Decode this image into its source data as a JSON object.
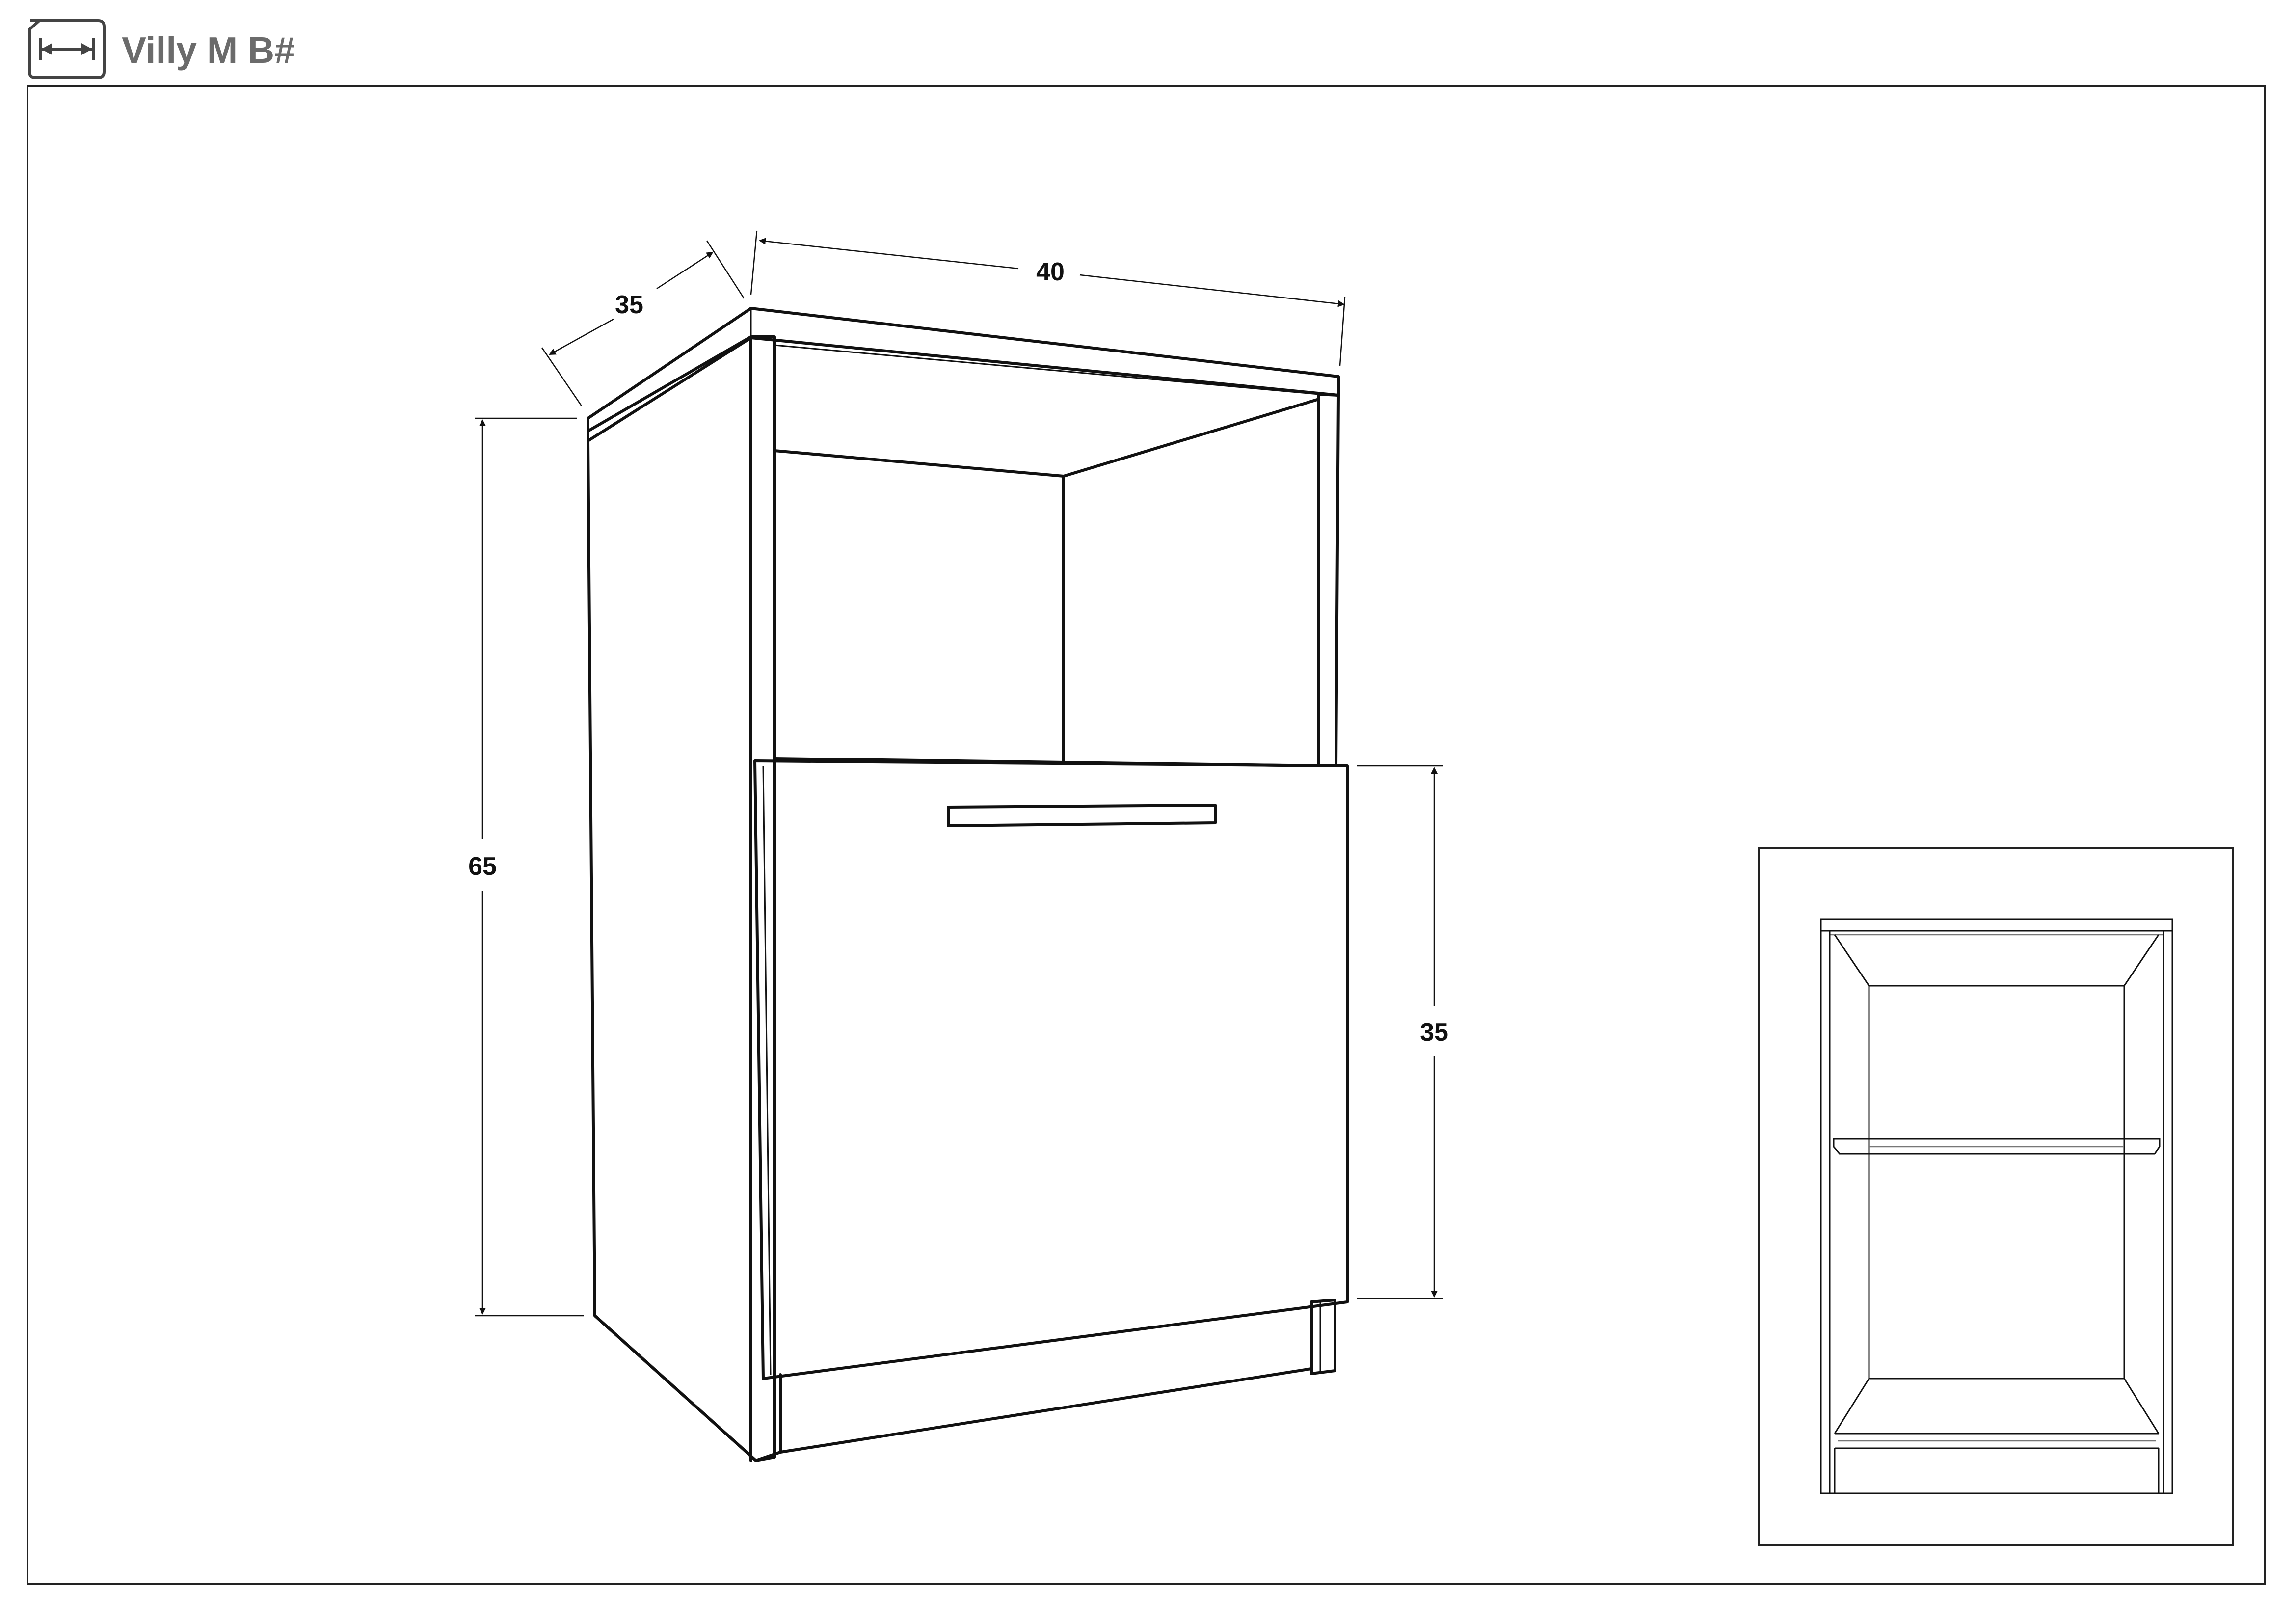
{
  "header": {
    "title": "Villy M B#",
    "icon": "dimension-icon"
  },
  "main_view": {
    "dimensions": {
      "depth": "35",
      "width": "40",
      "total_height": "65",
      "door_height": "35"
    }
  },
  "inset_view": {
    "description_icon": "front-view-icon"
  },
  "colors": {
    "line": "#111111",
    "title": "#6b6b6b",
    "background": "#ffffff"
  }
}
